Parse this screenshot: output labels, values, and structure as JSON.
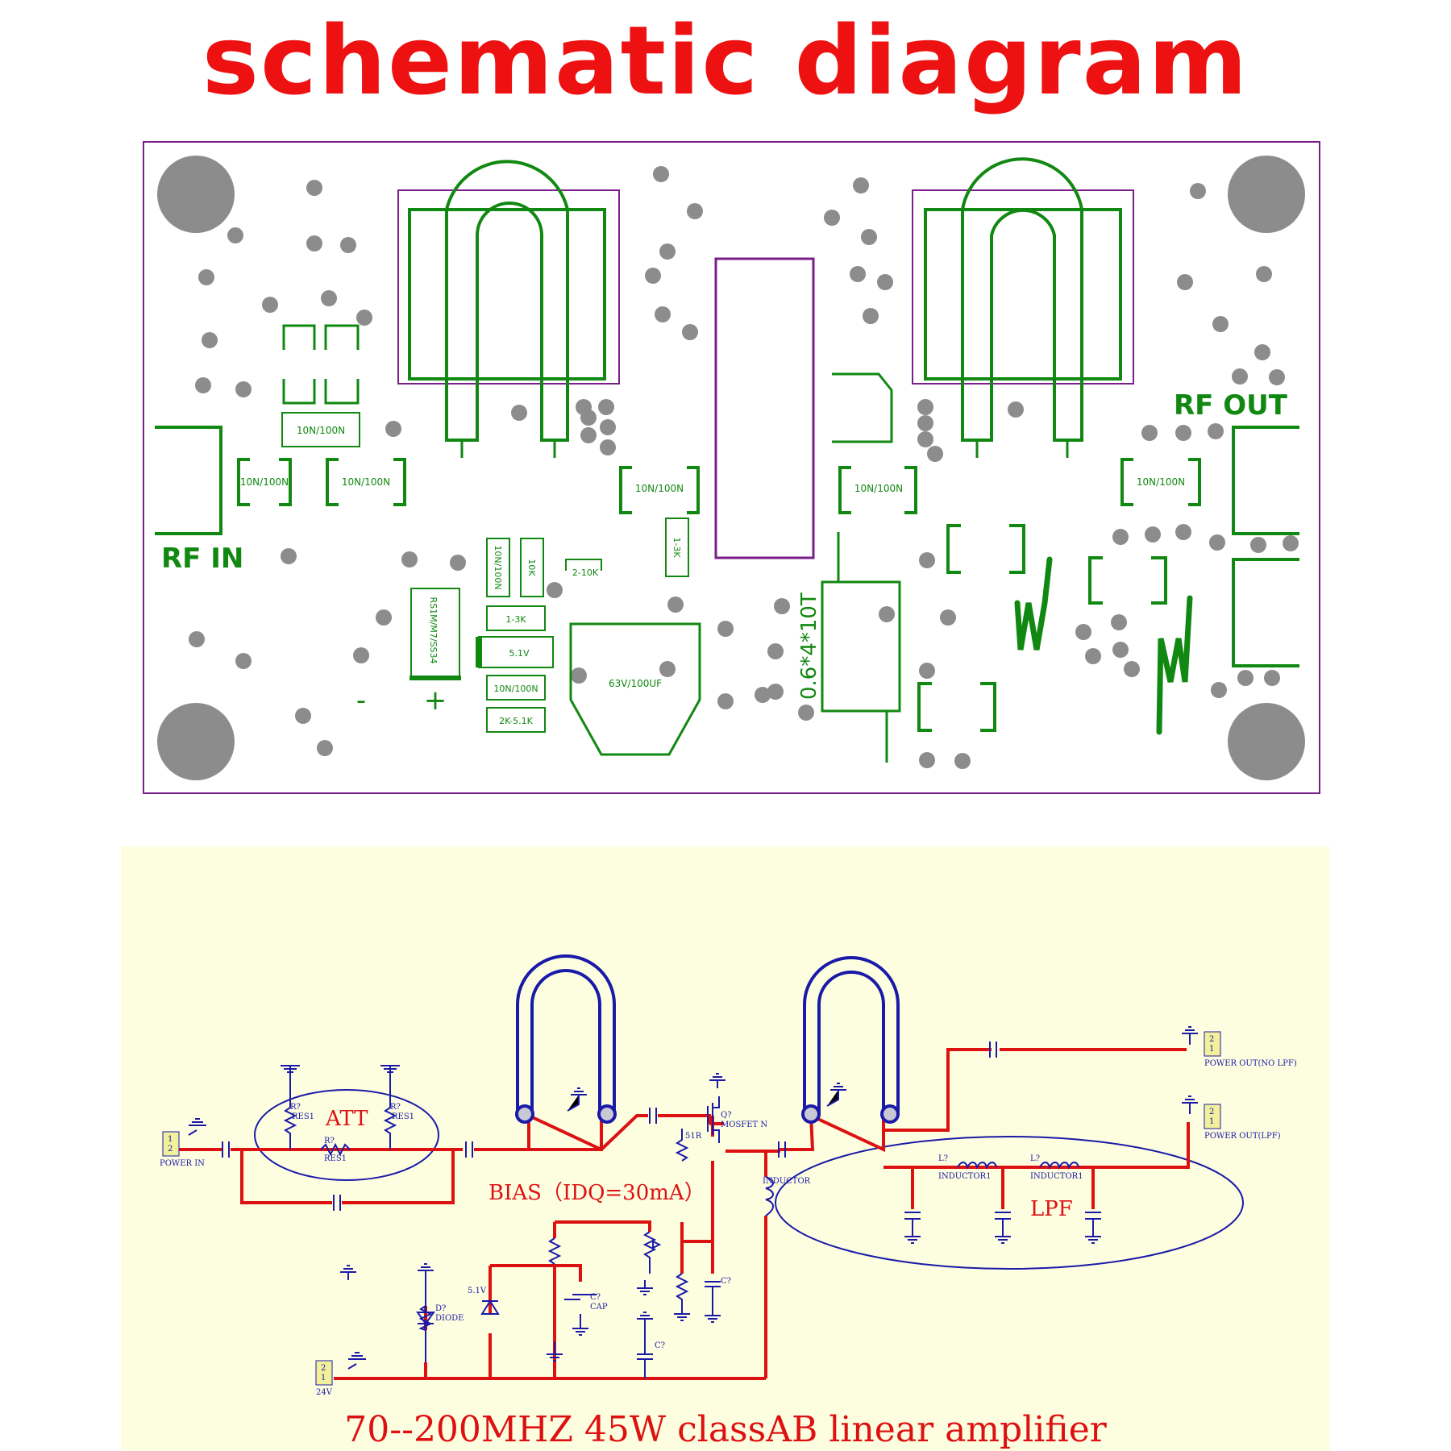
{
  "page": {
    "title": "schematic diagram"
  },
  "colors": {
    "title": "#ee1111",
    "pcb_outline": "#7a1f8a",
    "pcb_silk": "#118811",
    "pcb_hole": "#8c8c8c",
    "schematic_bg": "#fdfde0",
    "wire": "#dd1111",
    "component": "#1a1aa8",
    "net_label": "#dd1111"
  },
  "pcb": {
    "labels": {
      "rf_in": "RF IN",
      "rf_out": "RF OUT",
      "minus": "-",
      "plus": "+",
      "toroid": "0.6*4*10T"
    },
    "parts": {
      "cap_top": "10N/100N",
      "cap_left1": "10N/100N",
      "cap_left2": "10N/100N",
      "cap_mid1": "10N/100N",
      "cap_mid2": "10N/100N",
      "cap_right": "10N/100N",
      "cap_vert": "10N/100N",
      "res_10k": "10K",
      "res_1_3k_vert": "1-3K",
      "trim_2_10k": "2-10K",
      "res_1_3k": "1-3K",
      "zener": "5.1V",
      "cap_low": "10N/100N",
      "res_2k": "2K-5.1K",
      "diode": "RS1M/M7/SS34",
      "electrolytic": "63V/100UF"
    }
  },
  "schematic": {
    "blocks": {
      "att": "ATT",
      "bias": "BIAS（IDQ=30mA）",
      "lpf": "LPF",
      "footer": "70--200MHZ 45W classAB  linear amplifier"
    },
    "refs": {
      "r1_ref": "R?",
      "r1_val": "RES1",
      "r2_ref": "R?",
      "r2_val": "RES1",
      "r3_ref": "R?",
      "r3_val": "RES1",
      "mosfet_ref": "Q?",
      "mosfet_val": "MOSFET N",
      "r51": "51R",
      "inductor": "INDUCTOR",
      "l1_ref": "L?",
      "l1_val": "INDUCTOR1",
      "l2_ref": "L?",
      "l2_val": "INDUCTOR1",
      "diode_ref": "D?",
      "diode_val": "DIODE",
      "zener_val": "5.1V",
      "cap_ref": "C?",
      "cap_val": "CAP",
      "c_bias": "C?",
      "c_supply": "C?"
    },
    "connectors": {
      "power_in": "POWER IN",
      "out_nolpf": "POWER OUT(NO LPF)",
      "out_lpf": "POWER OUT(LPF)",
      "supply_24v": "24V",
      "pin1": "1",
      "pin2": "2"
    }
  }
}
